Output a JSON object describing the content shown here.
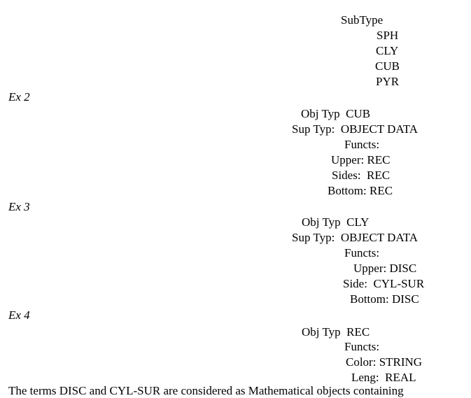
{
  "ex1": {
    "lines": [
      "SubType",
      "SPH",
      "CLY",
      "CUB",
      "PYR"
    ]
  },
  "ex2": {
    "label": "Ex 2",
    "lines": [
      "Obj Typ  CUB",
      "Sup Typ:  OBJECT DATA",
      "Functs:",
      "Upper: REC",
      "Sides:  REC",
      "Bottom: REC"
    ]
  },
  "ex3": {
    "label": "Ex 3",
    "lines": [
      "Obj Typ  CLY",
      "Sup Typ:  OBJECT DATA",
      "Functs:",
      "Upper: DISC",
      "Side:  CYL-SUR",
      "Bottom: DISC"
    ]
  },
  "ex4": {
    "label": "Ex 4",
    "lines": [
      "Obj Typ  REC",
      "Functs:",
      "Color: STRING",
      "Leng:  REAL"
    ]
  },
  "footer_text": "The terms DISC and CYL-SUR are considered as Mathematical objects containing"
}
